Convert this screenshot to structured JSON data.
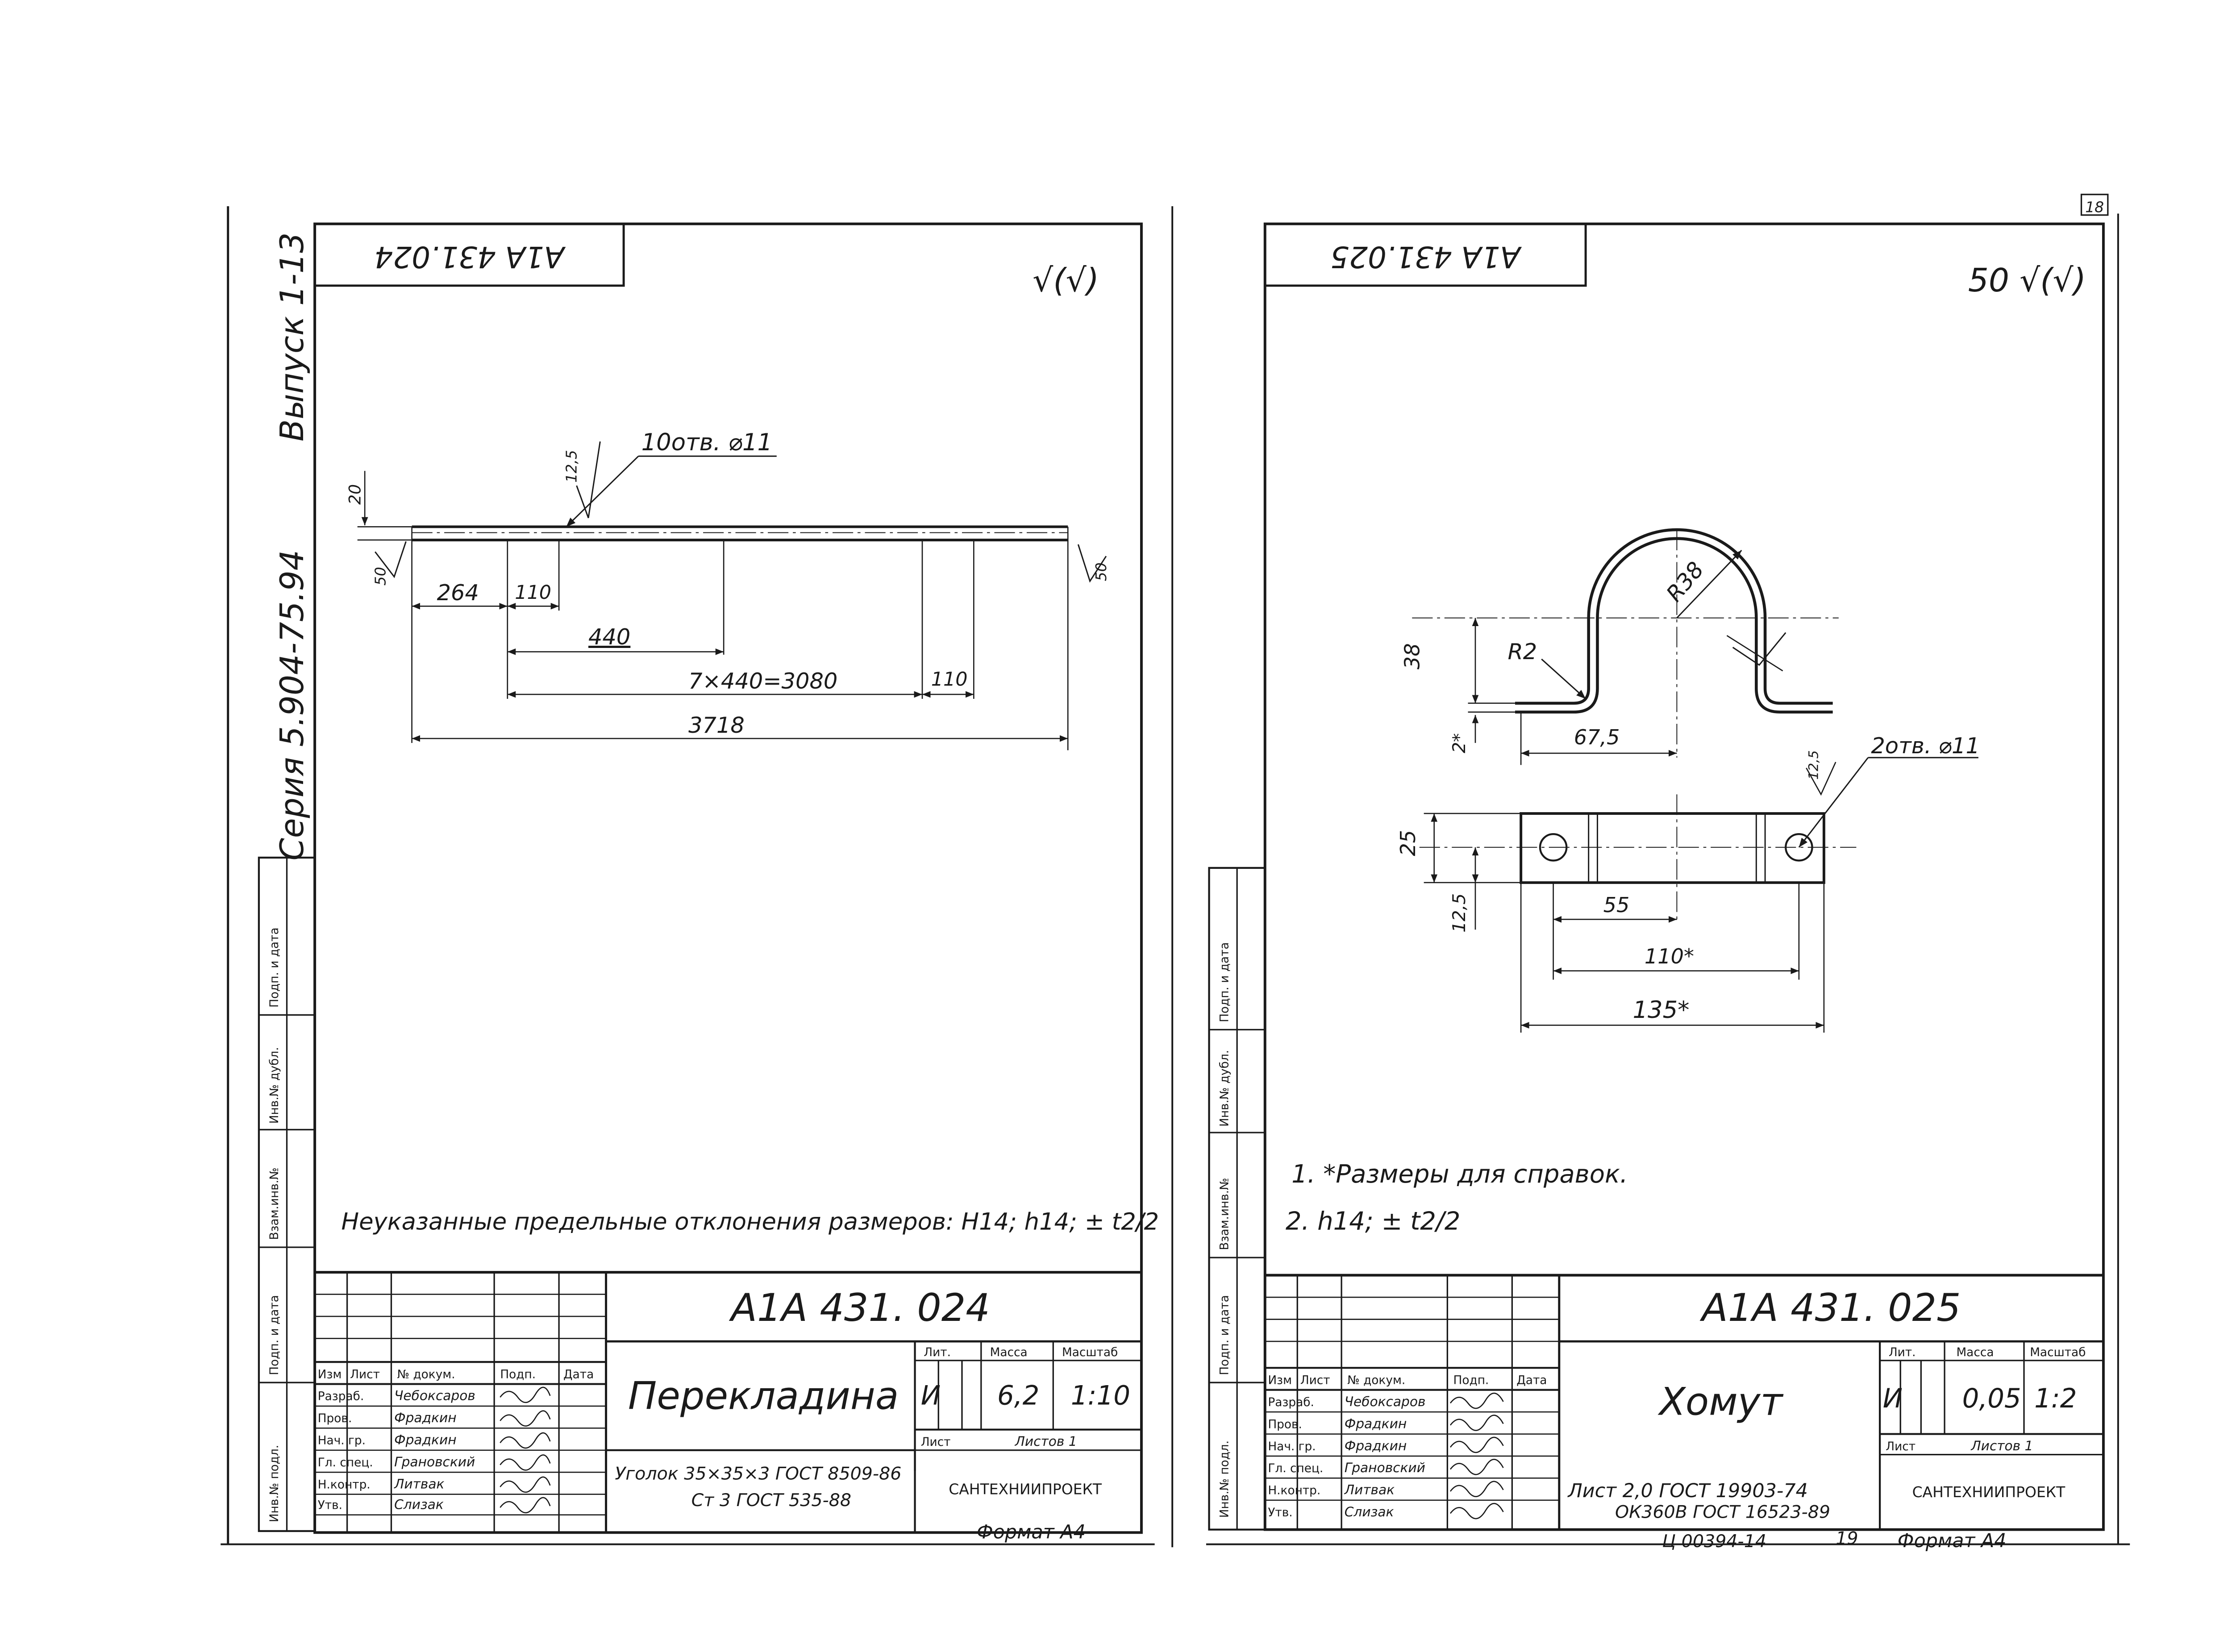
{
  "series_stamp": "Серия 5.904-75.94",
  "issue_stamp": "Выпуск 1-13",
  "corner_page": "18",
  "format_label": "Формат А4",
  "bottom_code": "Ц 00394-14",
  "bottom_page": "19",
  "side_stamp": {
    "labels": [
      "Инв.№ подл.",
      "Подп. и дата",
      "Взам.инв.№",
      "Инв.№ дубл.",
      "Подп. и дата"
    ]
  },
  "title_block_headers": {
    "izm": "Изм",
    "list": "Лист",
    "doc_no": "№ докум.",
    "sign": "Подп.",
    "date": "Дата",
    "lit": "Лит.",
    "mass": "Масса",
    "scale": "Масштаб",
    "sheet": "Лист",
    "sheets": "Листов"
  },
  "roles": [
    "Разраб.",
    "Пров.",
    "Нач. гр.",
    "Гл. спец.",
    "Н.контр.",
    "Утв."
  ],
  "left": {
    "rotated_code": "А1А 431.024",
    "roughness": "√(√)",
    "doc_code": "А1А 431. 024",
    "name": "Перекладина",
    "lit": "И",
    "mass": "6,2",
    "scale": "1:10",
    "sheets_count": "Листов 1",
    "material_line1": "Уголок 35×35×3 ГОСТ 8509-86",
    "material_line2": "Ст 3 ГОСТ 535-88",
    "org": "САНТЕХНИИПРОЕКТ",
    "names": [
      "Чебоксаров",
      "Фрадкин",
      "Фрадкин",
      "Грановский",
      "Литвак",
      "Слизак"
    ],
    "note": "Неуказанные предельные отклонения размеров: H14; h14; ± t2/2",
    "dims": {
      "holes": "10отв. ⌀11",
      "d12_5": "12,5",
      "d20": "20",
      "d50_left": "50",
      "d50_right": "50",
      "d264": "264",
      "d110_left": "110",
      "d440": "440",
      "d3080": "7×440=3080",
      "d110_right": "110",
      "d3718": "3718"
    }
  },
  "right": {
    "rotated_code": "А1А 431.025",
    "roughness": "50 √(√)",
    "doc_code": "А1А 431. 025",
    "name": "Хомут",
    "lit": "И",
    "mass": "0,05",
    "scale": "1:2",
    "sheets_count": "Листов 1",
    "material_line1": "Лист 2,0 ГОСТ 19903-74",
    "material_line2": "ОК360В ГОСТ 16523-89",
    "org": "САНТЕХНИИПРОЕКТ",
    "names": [
      "Чебоксаров",
      "Фрадкин",
      "Фрадкин",
      "Грановский",
      "Литвак",
      "Слизак"
    ],
    "note1": "1. *Размеры для справок.",
    "note2": "2. h14; ± t2/2",
    "dims": {
      "r38": "R38",
      "r2": "R2",
      "d38": "38",
      "d2": "2*",
      "d67_5": "67,5",
      "holes": "2отв. ⌀11",
      "d12_5_top": "12,5",
      "d25": "25",
      "d12_5": "12,5",
      "d55": "55",
      "d110": "110*",
      "d135": "135*"
    }
  }
}
